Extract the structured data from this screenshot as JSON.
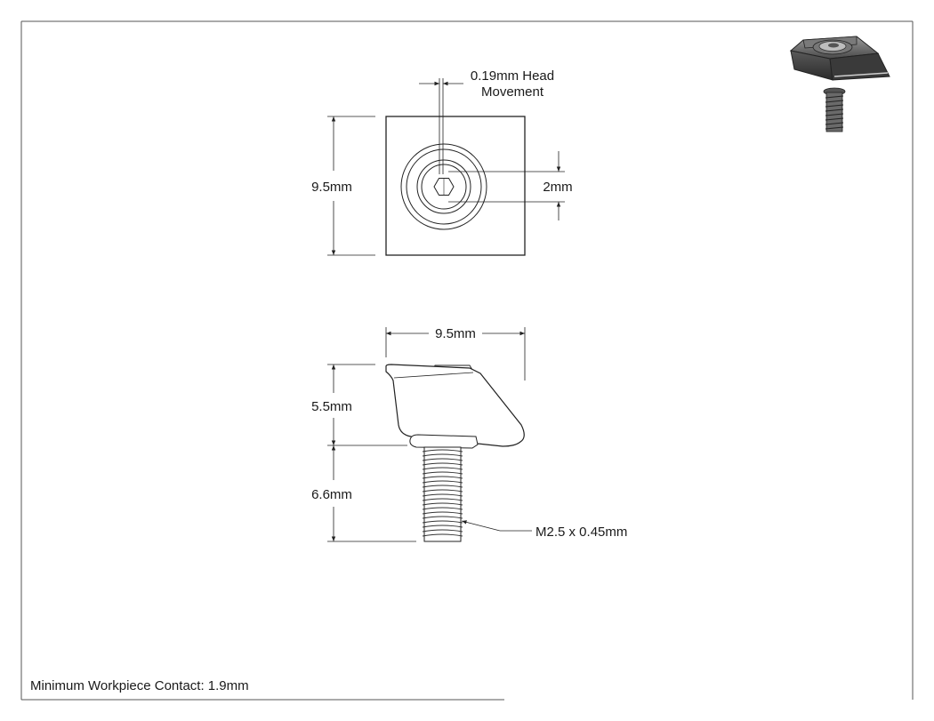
{
  "drawing": {
    "top_view": {
      "height_label": "9.5mm",
      "hex_label": "2mm",
      "head_movement_label_line1": "0.19mm Head",
      "head_movement_label_line2": "Movement"
    },
    "side_view": {
      "width_label": "9.5mm",
      "head_height_label": "5.5mm",
      "thread_length_label": "6.6mm",
      "thread_spec_label": "M2.5 x 0.45mm"
    },
    "note": "Minimum Workpiece Contact: 1.9mm",
    "iso_view_icon": "isometric-clamp-render"
  }
}
